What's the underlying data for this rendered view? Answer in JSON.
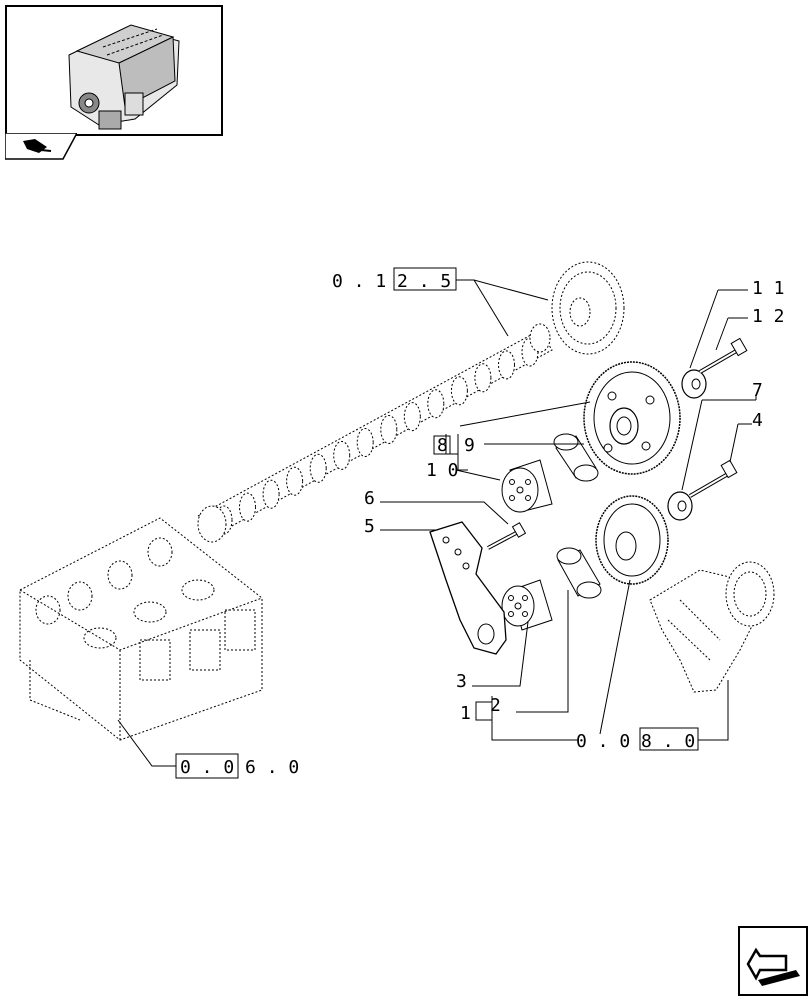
{
  "callouts": {
    "ref_camshaft": "0 . 1 2 . 5",
    "ref_crank": "0 . 0 8 . 0",
    "ref_block": "0 . 0 6 . 0",
    "n11": "1 1",
    "n12": "1 2",
    "n7": "7",
    "n4": "4",
    "n8": "8",
    "n9": "9",
    "n10": "1 0",
    "n6": "6",
    "n5": "5",
    "n3": "3",
    "n1": "1",
    "n2": "2"
  },
  "icons": {
    "thumbnail": "engine-thumbnail-icon",
    "tab": "book-tab-icon",
    "nav": "next-page-arrow-icon"
  }
}
